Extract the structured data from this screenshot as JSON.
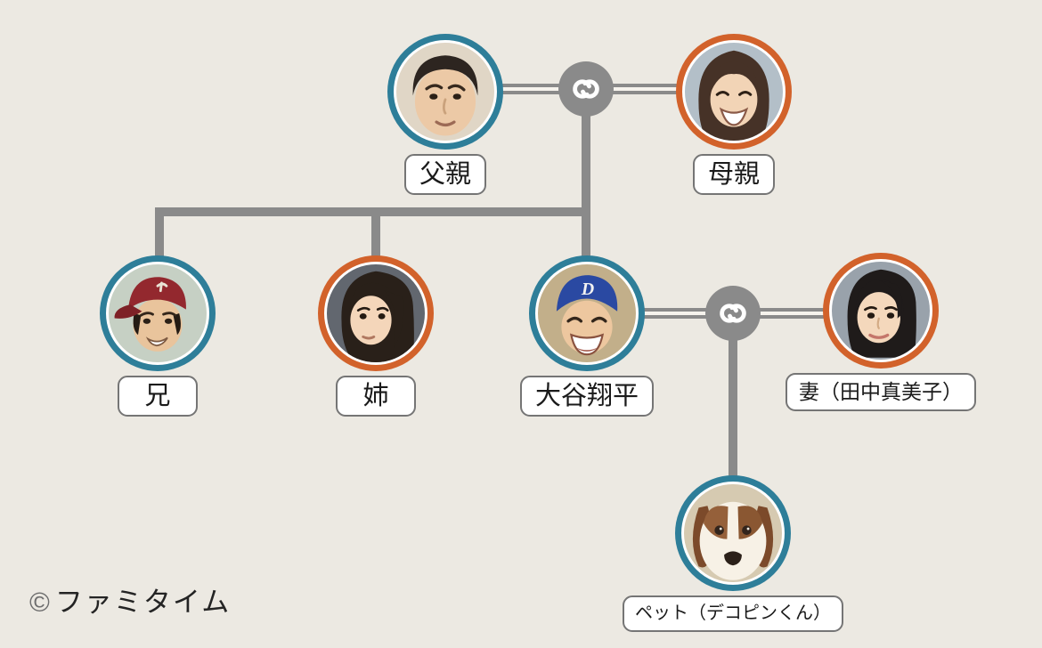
{
  "diagram": {
    "title_hint": "family-tree",
    "nodes": {
      "father": {
        "label": "父親"
      },
      "mother": {
        "label": "母親"
      },
      "brother": {
        "label": "兄"
      },
      "sister": {
        "label": "姉"
      },
      "ohtani": {
        "label": "大谷翔平"
      },
      "wife": {
        "label": "妻（田中真美子）"
      },
      "pet": {
        "label": "ペット（デコピンくん）"
      }
    },
    "icons": {
      "marriage": "swirl-icon"
    },
    "colors": {
      "background": "#ece9e2",
      "male_ring": "#2e7e99",
      "female_ring": "#d2622b",
      "connector": "#8a8a8a",
      "label_border": "#757575",
      "label_text": "#1a1a1a"
    },
    "watermark": {
      "symbol": "©",
      "text": "ファミタイム"
    }
  }
}
